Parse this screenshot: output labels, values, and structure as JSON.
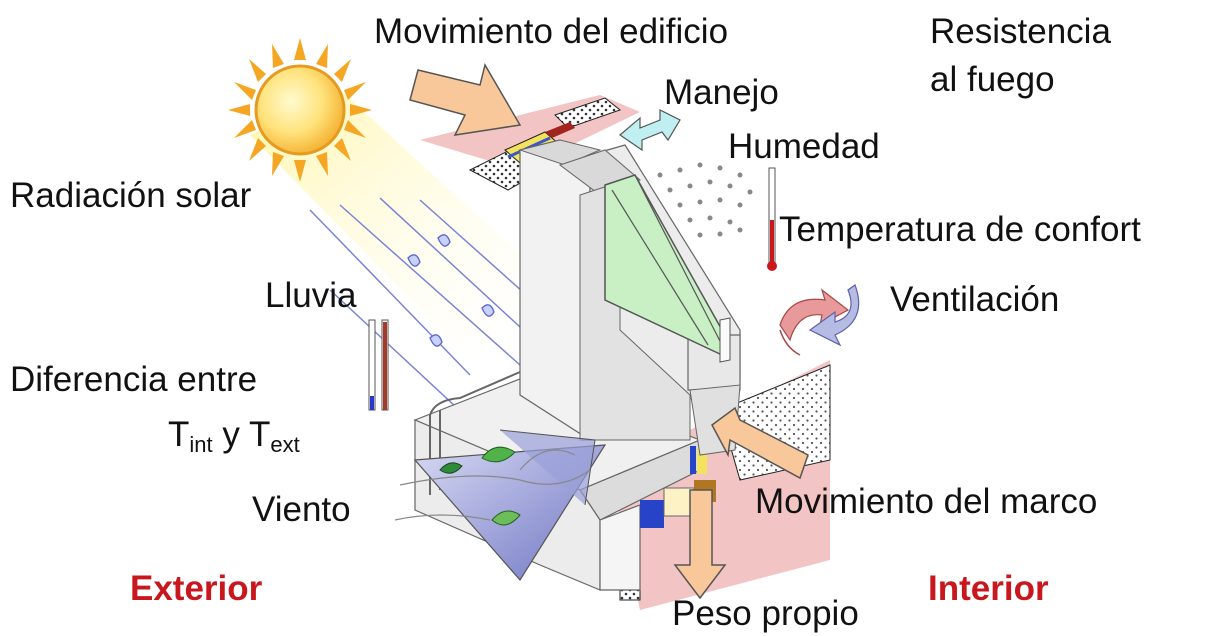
{
  "labels": {
    "building_movement": "Movimiento del edificio",
    "fire_resistance_line1": "Resistencia",
    "fire_resistance_line2": "al fuego",
    "handling": "Manejo",
    "humidity": "Humedad",
    "solar_radiation": "Radiación solar",
    "comfort_temperature": "Temperatura de confort",
    "rain": "Lluvia",
    "ventilation": "Ventilación",
    "temp_difference_line1": "Diferencia entre",
    "temp_difference_T1": "T",
    "temp_difference_sub1": "int",
    "temp_difference_y": "y",
    "temp_difference_T2": "T",
    "temp_difference_sub2": "ext",
    "wind": "Viento",
    "frame_movement": "Movimiento del marco",
    "self_weight": "Peso propio",
    "exterior": "Exterior",
    "interior": "Interior"
  },
  "colors": {
    "label_text": "#111111",
    "side_label": "#c8171d",
    "sun": "#f5a623",
    "arrow_fill": "#f8c79a",
    "glass": "#c9efc4",
    "frame": "#e6e6e6",
    "wall_pink": "#f3c4c4",
    "wind_triangle": "#9a9fd8",
    "thermometer_red": "#c8171d",
    "thermometer_blue": "#2a37c8",
    "handling_arrow": "#bfeff0"
  }
}
